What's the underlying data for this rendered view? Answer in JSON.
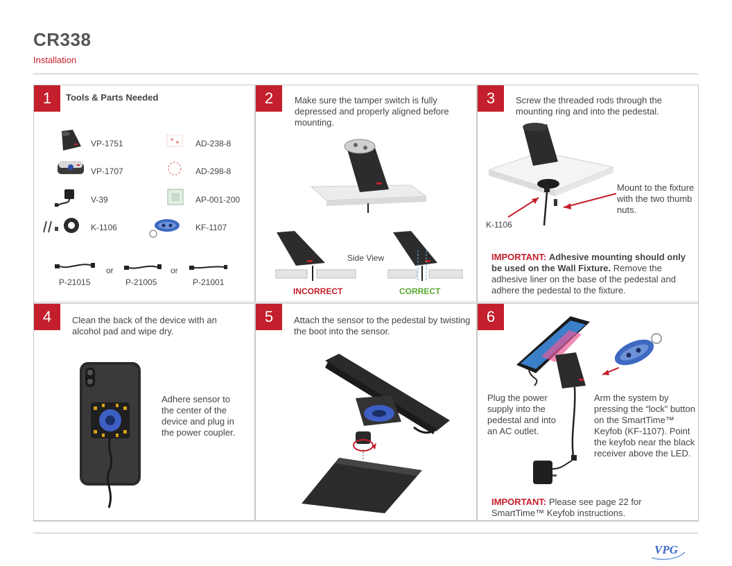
{
  "header": {
    "title": "CR338",
    "subtitle": "Installation"
  },
  "step1": {
    "number": "1",
    "heading": "Tools & Parts Needed",
    "parts": [
      "VP-1751",
      "AD-238-8",
      "VP-1707",
      "AD-298-8",
      "V-39",
      "AP-001-200",
      "K-1106",
      "KF-1107"
    ],
    "cables": [
      "P-21015",
      "P-21005",
      "P-21001"
    ],
    "or_label": "or"
  },
  "step2": {
    "number": "2",
    "text": "Make sure the tamper switch is fully depressed and properly aligned before mounting.",
    "side_view": "Side View",
    "incorrect": "INCORRECT",
    "correct": "CORRECT"
  },
  "step3": {
    "number": "3",
    "text": "Screw the threaded rods through the mounting ring and into the pedestal.",
    "mount_text": "Mount to the fixture with the two thumb nuts.",
    "part_label": "K-1106",
    "important_label": "IMPORTANT:",
    "important_bold": "Adhesive mounting should only be used on the Wall Fixture.",
    "important_rest": "Remove the adhesive liner on the base of the pedestal and adhere the pedestal to the fixture."
  },
  "step4": {
    "number": "4",
    "text": "Clean the back of the device with an alcohol pad and wipe dry.",
    "adhere_text": "Adhere sensor to the center of the device and plug in the power coupler."
  },
  "step5": {
    "number": "5",
    "text": "Attach the sensor to the  pedestal by twisting the boot into the sensor."
  },
  "step6": {
    "number": "6",
    "plug_text": "Plug the power supply into the pedestal and into an AC outlet.",
    "arm_text": "Arm the system by pressing the “lock” button on the SmartTime™ Keyfob (KF-1107). Point the keyfob near the black receiver above the LED.",
    "important_label": "IMPORTANT:",
    "important_text": "Please see page 22 for SmartTime™ Keyfob instructions."
  },
  "footer": {
    "logo": "VPG"
  },
  "colors": {
    "accent": "#c41f2c",
    "correct": "#5aa832",
    "border": "#c8c8c8"
  }
}
